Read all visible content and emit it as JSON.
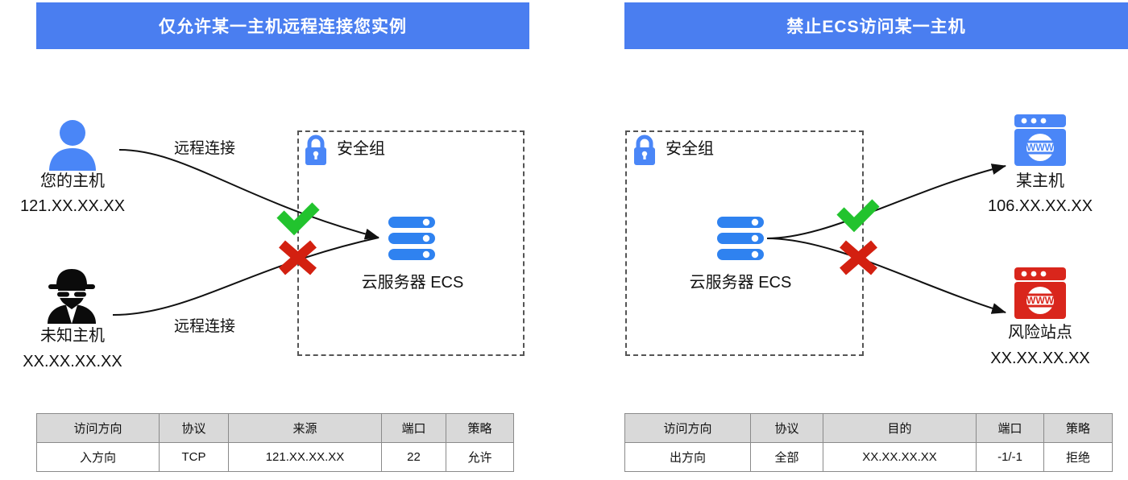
{
  "left": {
    "banner_title": "仅允许某一主机远程连接您实例",
    "nodes": {
      "user_host": {
        "label": "您的主机",
        "ip": "121.XX.XX.XX",
        "icon": "user-icon"
      },
      "unknown_host": {
        "label": "未知主机",
        "ip": "XX.XX.XX.XX",
        "icon": "spy-icon"
      },
      "security_group": {
        "label": "安全组",
        "icon": "lock-icon"
      },
      "ecs": {
        "label": "云服务器 ECS",
        "icon": "server-icon"
      }
    },
    "edges": [
      {
        "label": "远程连接",
        "verdict": "allow",
        "verdict_icon": "green-check-icon"
      },
      {
        "label": "远程连接",
        "verdict": "deny",
        "verdict_icon": "red-cross-icon"
      }
    ],
    "table": {
      "headers": [
        "访问方向",
        "协议",
        "来源",
        "端口",
        "策略"
      ],
      "rows": [
        [
          "入方向",
          "TCP",
          "121.XX.XX.XX",
          "22",
          "允许"
        ]
      ]
    }
  },
  "right": {
    "banner_title": "禁止ECS访问某一主机",
    "nodes": {
      "security_group": {
        "label": "安全组",
        "icon": "lock-icon"
      },
      "ecs": {
        "label": "云服务器 ECS",
        "icon": "server-icon"
      },
      "some_host": {
        "label": "某主机",
        "ip": "106.XX.XX.XX",
        "icon": "website-blue-icon"
      },
      "risk_site": {
        "label": "风险站点",
        "ip": "XX.XX.XX.XX",
        "icon": "website-red-icon"
      }
    },
    "edges": [
      {
        "label": "",
        "verdict": "allow",
        "verdict_icon": "green-check-icon"
      },
      {
        "label": "",
        "verdict": "deny",
        "verdict_icon": "red-cross-icon"
      }
    ],
    "table": {
      "headers": [
        "访问方向",
        "协议",
        "目的",
        "端口",
        "策略"
      ],
      "rows": [
        [
          "出方向",
          "全部",
          "XX.XX.XX.XX",
          "-1/-1",
          "拒绝"
        ]
      ]
    }
  },
  "colors": {
    "banner_blue": "#4a7ef0",
    "icon_blue": "#4a86f7",
    "allow_green": "#22c32e",
    "deny_red": "#d32010",
    "risk_red": "#d9261c",
    "table_header_gray": "#d9d9d9",
    "dash_border": "#555555"
  }
}
